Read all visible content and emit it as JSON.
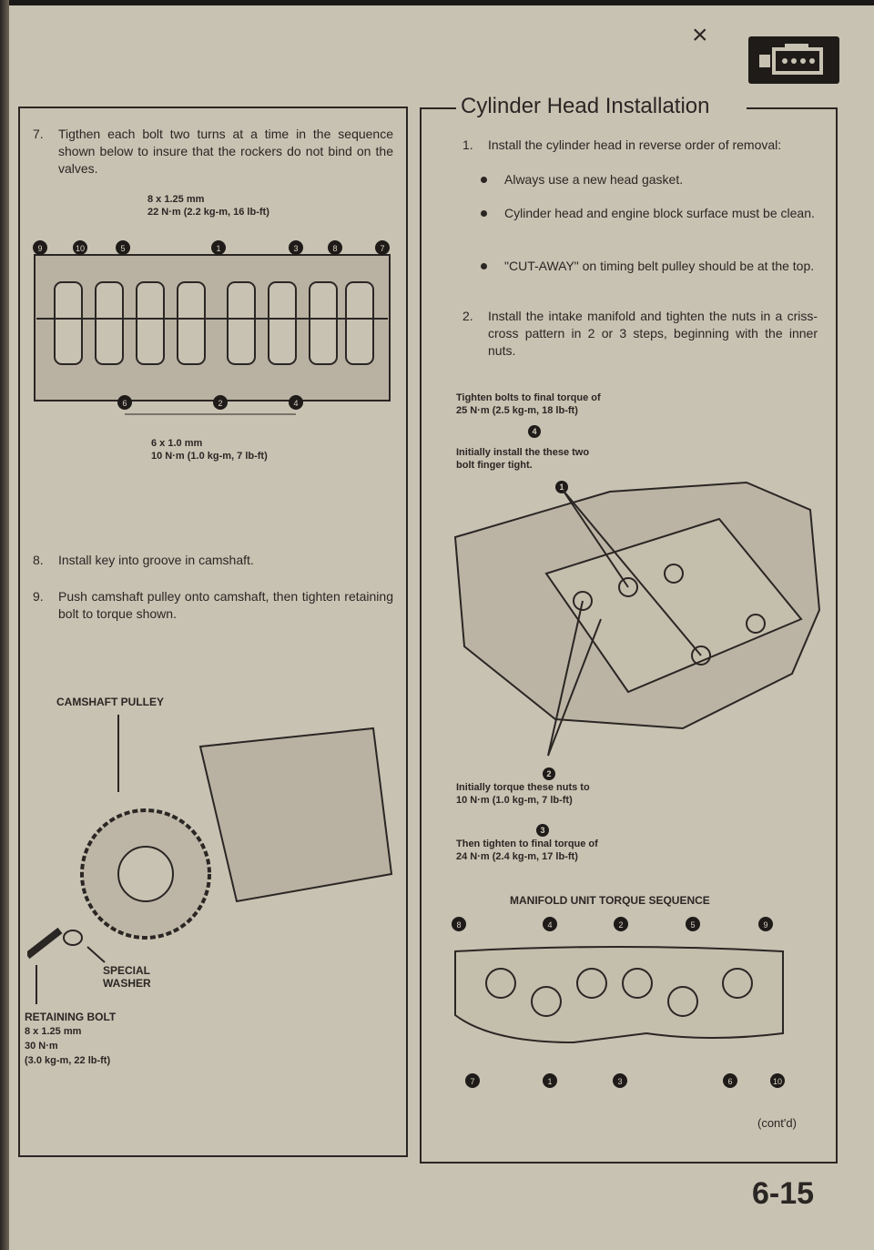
{
  "header": {
    "icon": "engine-icon",
    "mark": "×"
  },
  "left": {
    "step7": {
      "n": "7.",
      "text": "Tigthen each bolt two turns at a time in the sequence shown below to insure that the rockers do not bind on the valves."
    },
    "spec_top": [
      "8 x 1.25 mm",
      "22 N·m (2.2 kg-m, 16 lb-ft)"
    ],
    "seq_top": [
      "9",
      "10",
      "5",
      "1",
      "3",
      "8",
      "7"
    ],
    "seq_bottom": [
      "6",
      "2",
      "4"
    ],
    "spec_bottom": [
      "6 x 1.0 mm",
      "10 N·m (1.0 kg-m, 7 lb-ft)"
    ],
    "step8": {
      "n": "8.",
      "text": "Install key into groove in camshaft."
    },
    "step9": {
      "n": "9.",
      "text": "Push camshaft pulley onto camshaft, then tighten retaining bolt to torque shown."
    },
    "camshaft_pulley": "CAMSHAFT PULLEY",
    "washer": [
      "SPECIAL",
      "WASHER"
    ],
    "bolt": [
      "RETAINING BOLT",
      "8 x 1.25 mm",
      "30 N·m",
      "(3.0 kg-m, 22 lb-ft)"
    ]
  },
  "right": {
    "title": "Cylinder Head Installation",
    "step1": {
      "n": "1.",
      "text": "Install the cylinder head in reverse order of removal:"
    },
    "bullets": [
      "Always use a new head gasket.",
      "Cylinder head and engine block surface must be clean.",
      "\"CUT-AWAY\" on timing belt pulley should be at the top."
    ],
    "step2": {
      "n": "2.",
      "text": "Install the intake manifold and tighten the nuts in a criss-cross pattern in 2 or 3 steps, beginning with the inner nuts."
    },
    "callout4": [
      "Tighten bolts to final torque of",
      "25 N·m (2.5 kg-m, 18 lb-ft)"
    ],
    "callout4_num": "4",
    "callout1": [
      "Initially install the these two",
      "bolt finger tight."
    ],
    "callout1_num": "1",
    "callout2_num": "2",
    "callout2": [
      "Initially torque these nuts to",
      "10 N·m (1.0 kg-m, 7 lb-ft)"
    ],
    "callout3_num": "3",
    "callout3": [
      "Then tighten to final torque of",
      "24 N·m (2.4 kg-m, 17 lb-ft)"
    ],
    "manifold_title": "MANIFOLD UNIT TORQUE SEQUENCE",
    "man_top": [
      "8",
      "4",
      "2",
      "5",
      "9"
    ],
    "man_bottom": [
      "7",
      "1",
      "3",
      "6",
      "10"
    ],
    "contd": "(cont'd)"
  },
  "page_number": "6-15"
}
